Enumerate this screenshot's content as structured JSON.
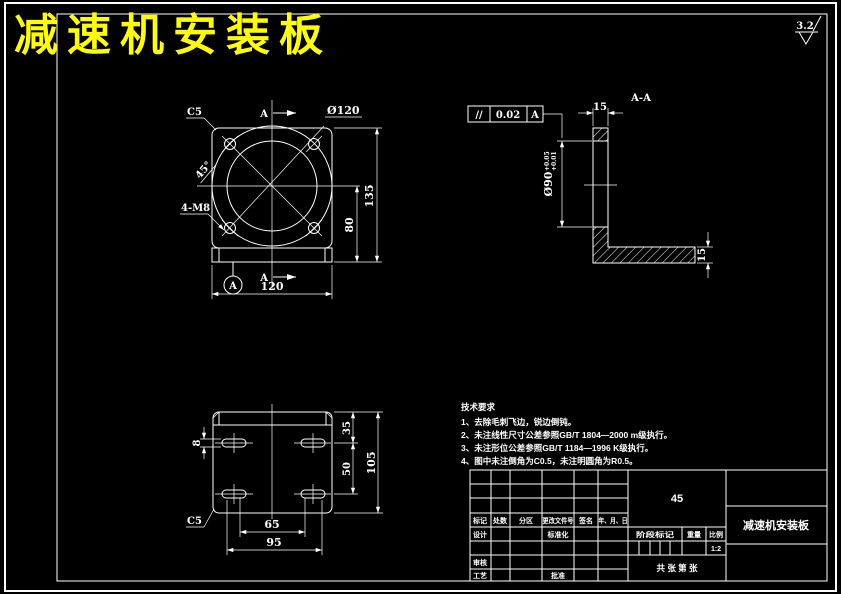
{
  "title": "减速机安装板",
  "surface_roughness": "3.2",
  "front_view": {
    "chamfer_label": "C5",
    "angle_label": "45°",
    "holes_label": "4-M8",
    "bolt_circle_label": "Ø120",
    "section_letter_top": "A",
    "section_letter_bottom": "A",
    "datum_label": "A",
    "dim_height_total": "135",
    "dim_center_height": "80",
    "dim_width": "120"
  },
  "section_view": {
    "title": "A-A",
    "tolerance_symbol": "//",
    "tolerance_value": "0.02",
    "tolerance_datum": "A",
    "dim_wall": "15",
    "dim_bore": "Ø90",
    "dim_bore_tol_upper": "+0.05",
    "dim_bore_tol_lower": "+0.01",
    "dim_base": "15"
  },
  "bottom_view": {
    "chamfer_label": "C5",
    "dim_slot_width": "8",
    "dim_top_offset": "35",
    "dim_row_spacing": "50",
    "dim_height": "105",
    "dim_slot_inner": "65",
    "dim_slot_outer": "95"
  },
  "tech_req": {
    "heading": "技术要求",
    "items": [
      "1、去除毛刺飞边，锐边倒钝。",
      "2、未注线性尺寸公差参照GB/T 1804—2000 m级执行。",
      "3、未注形位公差参照GB/T 1184—1996 K级执行。",
      "4、图中未注倒角为C0.5，未注明圆角为R0.5。"
    ]
  },
  "title_block": {
    "rev_headers": [
      "标记",
      "处数",
      "分区",
      "更改文件号",
      "签名",
      "年、月、日"
    ],
    "design_label": "设计",
    "standardization_label": "标准化",
    "review_label": "审核",
    "process_label": "工艺",
    "approve_label": "批准",
    "material": "45",
    "stage_header": "阶段标记",
    "weight_header": "重量",
    "scale_header": "比例",
    "scale_value": "1:2",
    "sheet_label": "共 张 第 张",
    "part_name": "减速机安装板"
  },
  "colors": {
    "background": "#000000",
    "line": "#ffffff",
    "title_accent": "#ffff00"
  }
}
